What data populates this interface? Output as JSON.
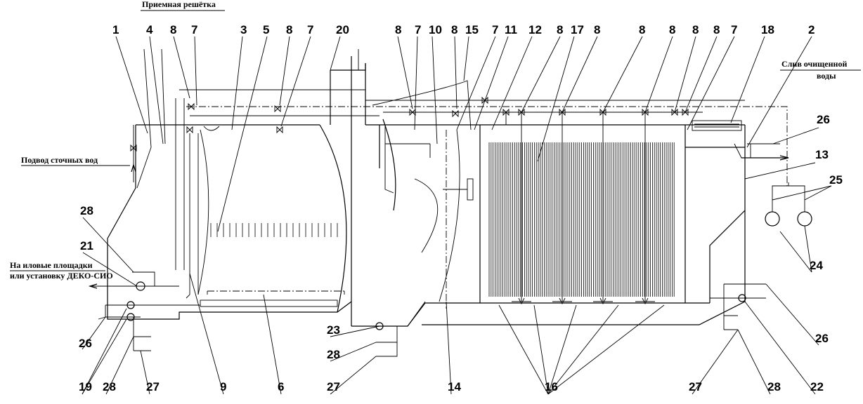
{
  "captions": {
    "screen": "Приемная решётка",
    "inlet": "Подвод сточных вод",
    "outlet_line1": "Слив очищенной",
    "outlet_line2": "воды",
    "sludge_line1": "На иловые площадки",
    "sludge_line2": "или установку ДЕКО-СИО"
  },
  "top_labels": [
    "1",
    "4",
    "8",
    "7",
    "3",
    "5",
    "8",
    "7",
    "20",
    "8",
    "7",
    "10",
    "8",
    "15",
    "7",
    "11",
    "12",
    "8",
    "17",
    "8",
    "8",
    "8",
    "8",
    "8",
    "7",
    "18",
    "2"
  ],
  "right_labels": [
    "26",
    "13",
    "25",
    "24",
    "26",
    "22",
    "28",
    "27"
  ],
  "left_labels": [
    "28",
    "21",
    "26",
    "19",
    "28",
    "27",
    "9",
    "6"
  ],
  "bottom_labels": [
    "23",
    "28",
    "27",
    "14",
    "16"
  ]
}
